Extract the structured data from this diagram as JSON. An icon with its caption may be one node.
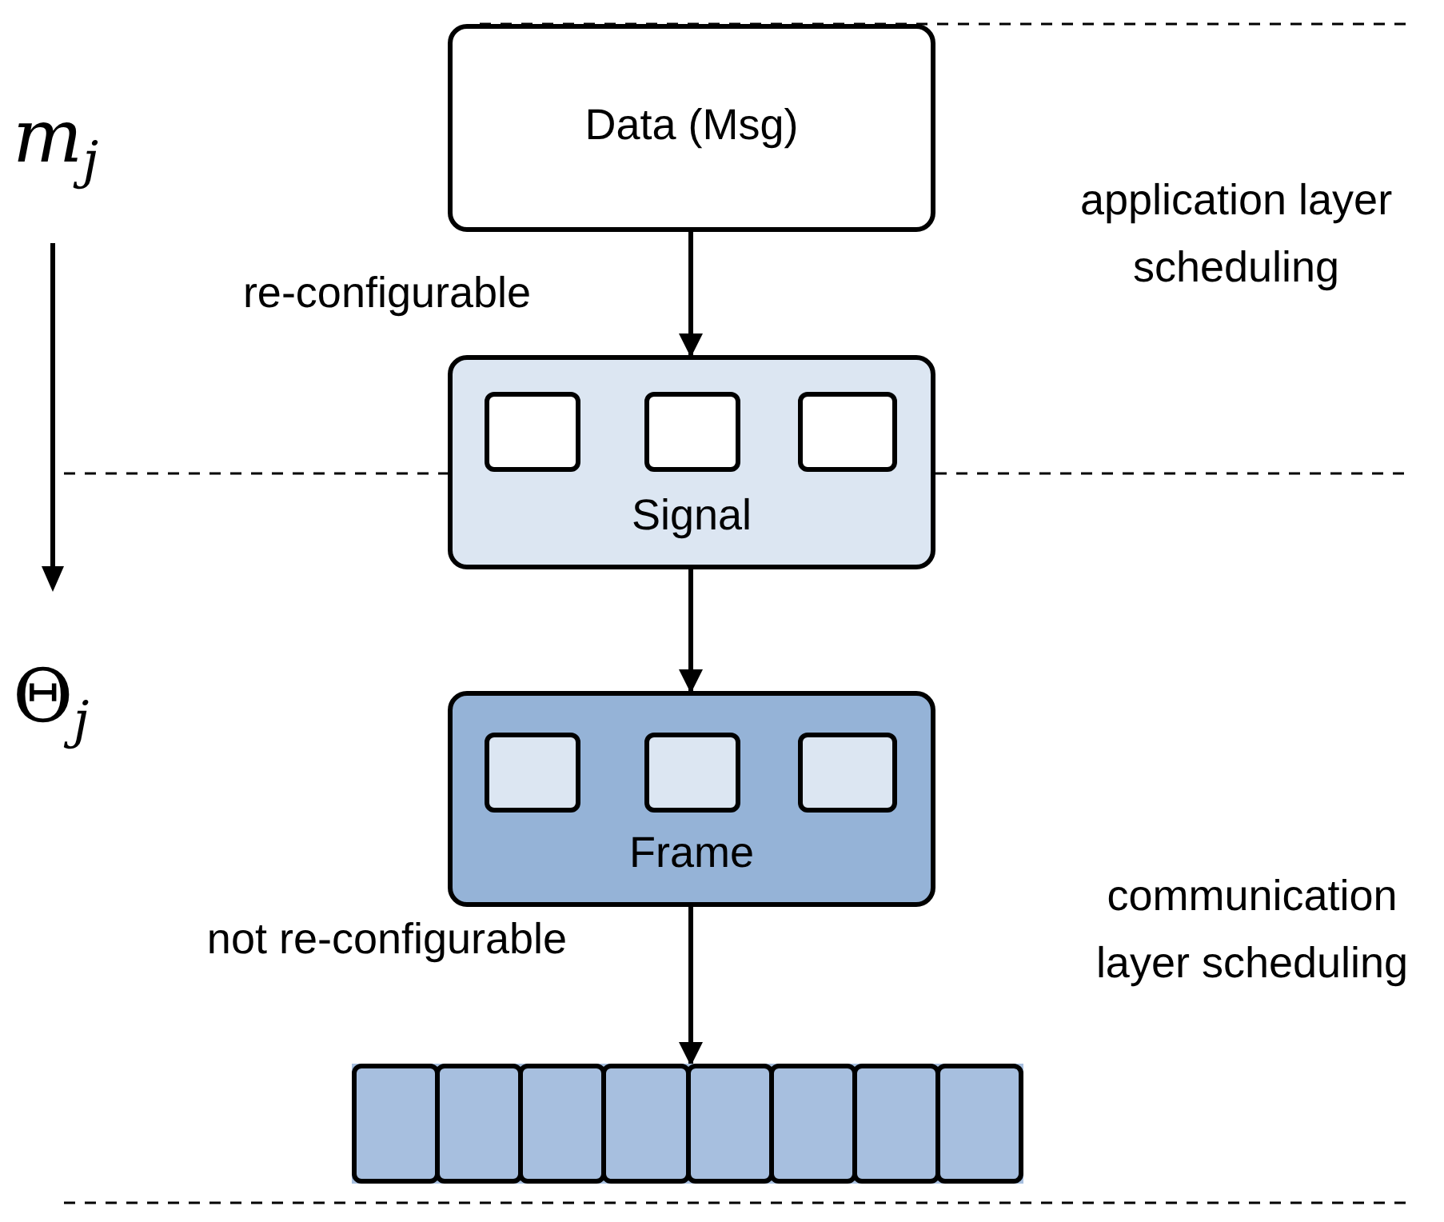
{
  "diagram": {
    "nodes": [
      {
        "text": [
          "Data (Msg)"
        ]
      },
      {
        "text": [
          "Signal"
        ]
      },
      {
        "text": [],
        "shape": "box",
        "in": 1
      },
      {
        "text": [],
        "shape": "box",
        "in": 1
      },
      {
        "text": [],
        "shape": "box",
        "in": 1
      },
      {
        "text": [
          "Frame"
        ]
      },
      {
        "text": [],
        "shape": "box",
        "in": 5
      },
      {
        "text": [],
        "shape": "box",
        "in": 5
      },
      {
        "text": [],
        "shape": "box",
        "in": 5
      },
      {
        "text": [],
        "shape": "bar"
      },
      {
        "text": [],
        "shape": "box",
        "in": 9
      },
      {
        "text": [],
        "shape": "box",
        "in": 9
      },
      {
        "text": [],
        "shape": "box",
        "in": 9
      },
      {
        "text": [],
        "shape": "box",
        "in": 9
      },
      {
        "text": [],
        "shape": "box",
        "in": 9
      },
      {
        "text": [],
        "shape": "box",
        "in": 9
      },
      {
        "text": [],
        "shape": "box",
        "in": 9
      },
      {
        "text": [],
        "shape": "box",
        "in": 9
      }
    ],
    "edges": [
      {
        "from": 0,
        "to": 1,
        "arrow": "to"
      },
      {
        "from": 1,
        "to": 5,
        "arrow": "to"
      },
      {
        "from": 5,
        "to": 9,
        "arrow": "to"
      }
    ],
    "labels": [
      "*m*$_{j}$",
      "application layer scheduling",
      "re-configurable",
      "Θ$_{j}$",
      "not re-configurable",
      "communication layer scheduling"
    ]
  }
}
